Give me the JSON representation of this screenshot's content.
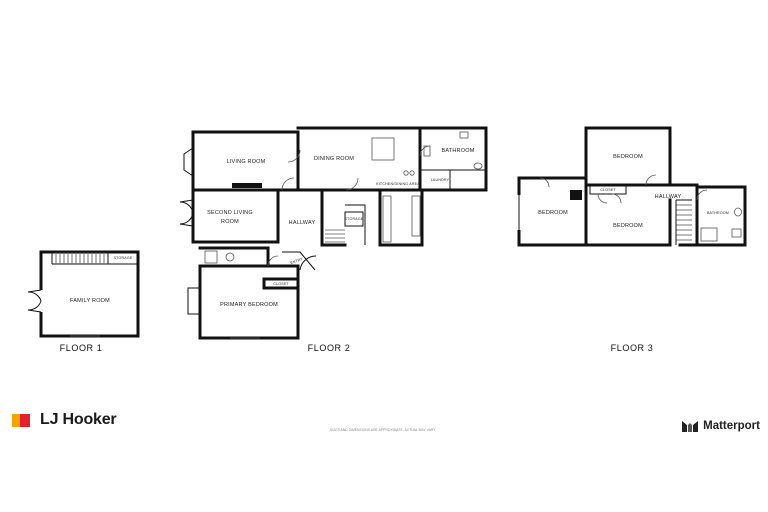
{
  "floors": [
    {
      "label": "FLOOR 1",
      "rooms": [
        {
          "id": "f1-storage",
          "label": "STORAGE"
        },
        {
          "id": "f1-family",
          "label": "FAMILY ROOM"
        }
      ]
    },
    {
      "label": "FLOOR 2",
      "rooms": [
        {
          "id": "f2-living",
          "label": "LIVING ROOM"
        },
        {
          "id": "f2-dining",
          "label": "DINING ROOM"
        },
        {
          "id": "f2-bath",
          "label": "BATHROOM"
        },
        {
          "id": "f2-kitchen",
          "label": "KITCHEN/DINING AREA"
        },
        {
          "id": "f2-laundry",
          "label": "LAUNDRY"
        },
        {
          "id": "f2-second-living-1",
          "label": "SECOND LIVING"
        },
        {
          "id": "f2-second-living-2",
          "label": "ROOM"
        },
        {
          "id": "f2-hallway",
          "label": "HALLWAY"
        },
        {
          "id": "f2-storage",
          "label": "STORAGE"
        },
        {
          "id": "f2-entry",
          "label": "ENTRY"
        },
        {
          "id": "f2-closet",
          "label": "CLOSET"
        },
        {
          "id": "f2-primary",
          "label": "PRIMARY BEDROOM"
        }
      ]
    },
    {
      "label": "FLOOR 3",
      "rooms": [
        {
          "id": "f3-bedroom-top",
          "label": "BEDROOM"
        },
        {
          "id": "f3-closet",
          "label": "CLOSET"
        },
        {
          "id": "f3-hallway",
          "label": "HALLWAY"
        },
        {
          "id": "f3-bedroom-left",
          "label": "BEDROOM"
        },
        {
          "id": "f3-bedroom-mid",
          "label": "BEDROOM"
        },
        {
          "id": "f3-bath",
          "label": "BATHROOM"
        }
      ]
    }
  ],
  "disclaimer": "SIZES AND DIMENSIONS ARE APPROXIMATE, ACTUAL MAY VARY.",
  "brands": {
    "agency": "LJ Hooker",
    "capture": "Matterport"
  },
  "colors": {
    "wall": "#111111",
    "lj_hooker_orange": "#f5a300",
    "lj_hooker_red": "#e5202e",
    "background": "#ffffff"
  }
}
